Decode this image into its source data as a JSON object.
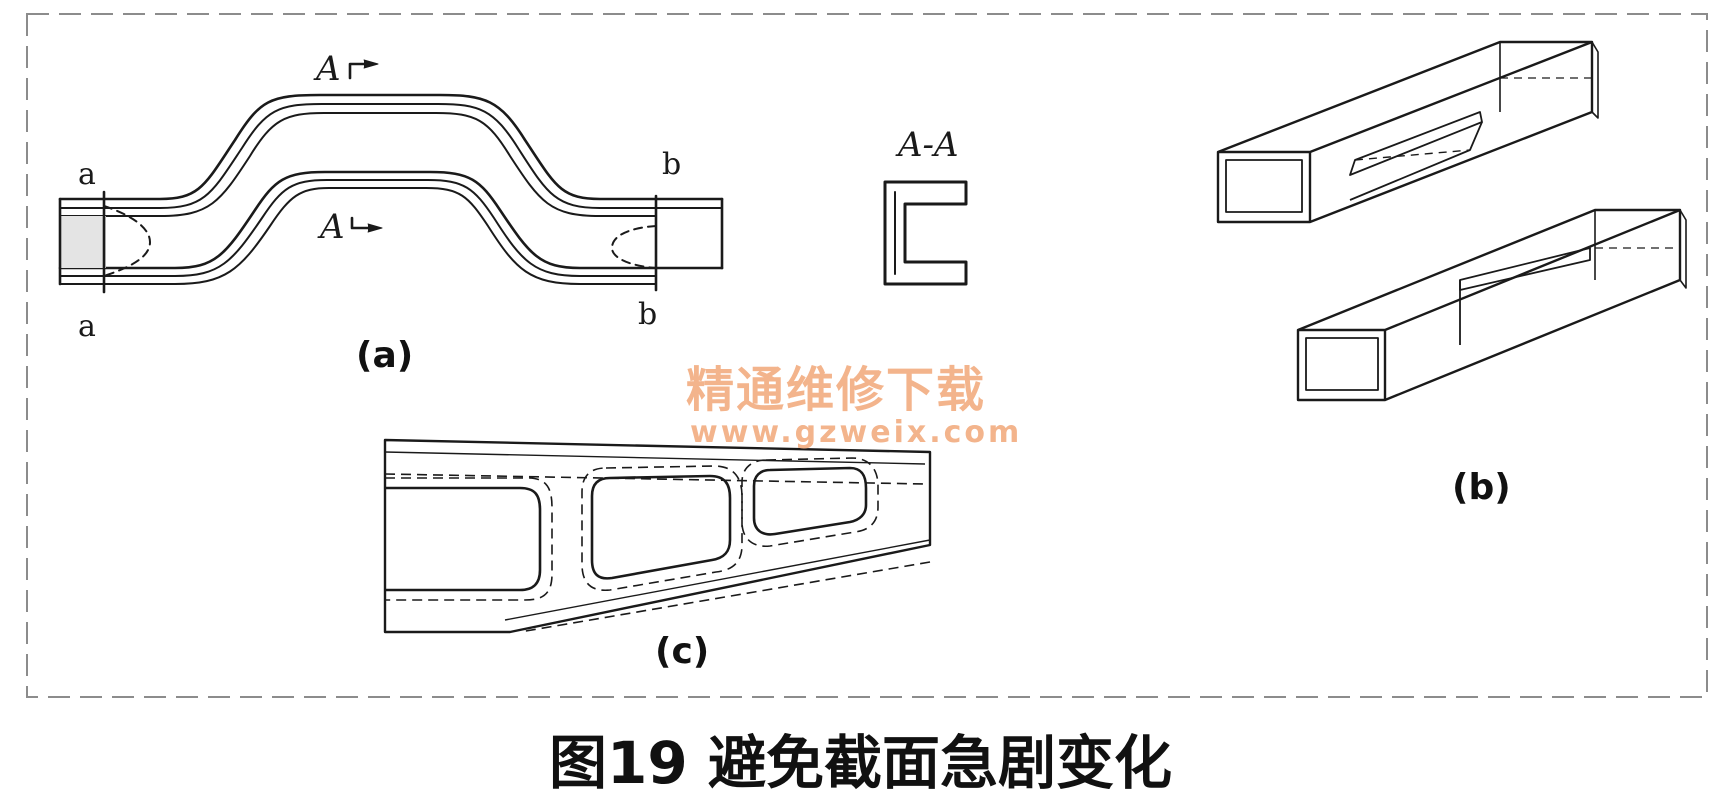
{
  "figure": {
    "caption": "图19 避免截面急剧变化",
    "panels": {
      "a": {
        "label": "(a)",
        "section_marker_top": "A",
        "section_marker_bottom": "A",
        "end_label_left": "a",
        "end_label_right": "b",
        "section_view_title": "A-A"
      },
      "b": {
        "label": "(b)"
      },
      "c": {
        "label": "(c)"
      }
    }
  },
  "watermark": {
    "line1": "精通维修下载",
    "line2": "www.gzweix.com",
    "color": "#f3b48c"
  },
  "colors": {
    "ink": "#1a1a1a",
    "frame": "#8c8c8c"
  }
}
